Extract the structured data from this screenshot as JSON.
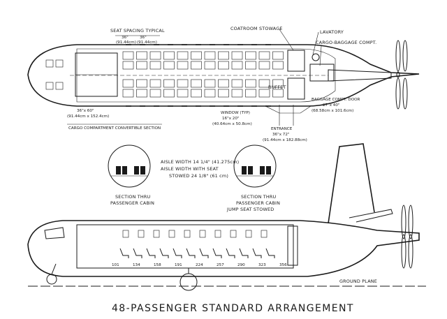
{
  "title": "48-PASSENGER STANDARD ARRANGEMENT",
  "plan_view": {
    "labels": {
      "seat_spacing": "SEAT SPACING TYPICAL",
      "seat_spacing_dim_1": "36\"",
      "seat_spacing_dim_2": "36\"",
      "seat_spacing_metric_1": "(91.44cm)",
      "seat_spacing_metric_2": "(91.44cm)",
      "coatroom": "COATROOM STOWAGE",
      "lavatory": "LAVATORY",
      "cargo_baggage": "CARGO-BAGGAGE COMPT.",
      "buffet": "BUFFET",
      "cargo_door_dim": "36\"x 60\"",
      "cargo_door_metric": "(91.44cm x 152.4cm)",
      "cargo_section": "CARGO COMPARTMENT CONVERTIBLE SECTION",
      "window_label": "WINDOW (TYP)",
      "window_dim": "16\"x 20\"",
      "window_metric": "(40.64cm x 50.8cm)",
      "entrance_label": "ENTRANCE",
      "entrance_dim": "36\"x 72\"",
      "entrance_metric": "(91.44cm x 182.88cm)",
      "baggage_door_label": "BAGGAGE COMPT. DOOR",
      "baggage_door_dim": "27\"x 40\"",
      "baggage_door_metric": "(68.58cm x 101.6cm)"
    },
    "seat_rows": 12,
    "seats_per_row": 4
  },
  "sections": {
    "aisle_width": "AISLE WIDTH 14 1/4\" (41.275cm)",
    "aisle_width_seat": "AISLE WIDTH WITH SEAT",
    "stowed": "STOWED 24 1/8\" (61 cm)",
    "left_caption_1": "SECTION THRU",
    "left_caption_2": "PASSENGER CABIN",
    "right_caption_1": "SECTION THRU",
    "right_caption_2": "PASSENGER CABIN",
    "right_caption_3": "JUMP SEAT STOWED"
  },
  "side_view": {
    "ground_plane": "GROUND PLANE",
    "frame_numbers": [
      "101",
      "134",
      "158",
      "191",
      "224",
      "257",
      "290",
      "323",
      "356"
    ]
  }
}
